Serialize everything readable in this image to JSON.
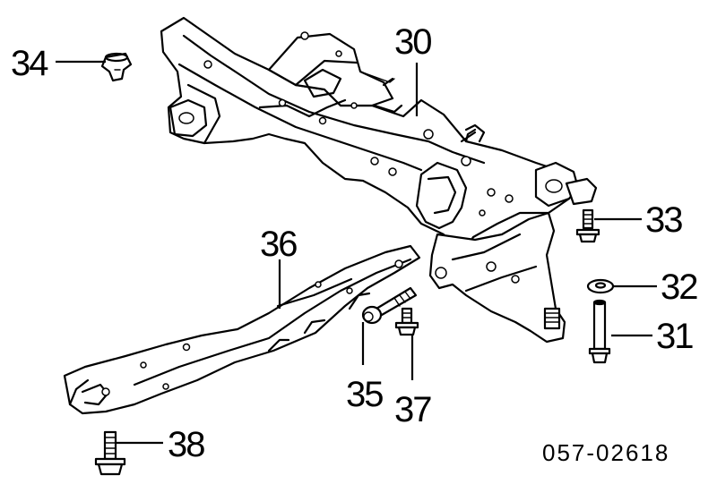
{
  "diagram": {
    "code": "057-02618",
    "callouts": {
      "c30": "30",
      "c31": "31",
      "c32": "32",
      "c33": "33",
      "c34": "34",
      "c35": "35",
      "c36": "36",
      "c37": "37",
      "c38": "38"
    }
  }
}
